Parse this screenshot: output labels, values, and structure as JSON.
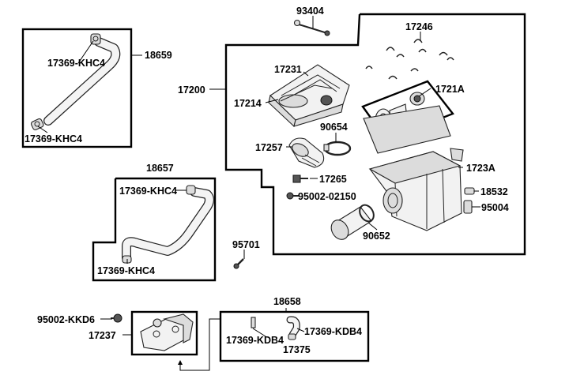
{
  "labels": {
    "p93404": "93404",
    "p17246": "17246",
    "p18659": "18659",
    "p17369_khc4_a": "17369-KHC4",
    "p17369_khc4_b": "17369-KHC4",
    "p17200": "17200",
    "p17231": "17231",
    "p17214": "17214",
    "p1721a": "1721A",
    "p90654": "90654",
    "p17257": "17257",
    "p1723a": "1723A",
    "p17265": "17265",
    "p18657": "18657",
    "p17369_khc4_c": "17369-KHC4",
    "p95002_02150": "95002-02150",
    "p18532": "18532",
    "p95004": "95004",
    "p90652": "90652",
    "p95701": "95701",
    "p17369_khc4_d": "17369-KHC4",
    "p18658": "18658",
    "p95002_kd6": "95002-KKD6",
    "p17369_kdb4_a": "17369-KDB4",
    "p17237": "17237",
    "p17369_kdb4_b": "17369-KDB4",
    "p17375": "17375"
  }
}
